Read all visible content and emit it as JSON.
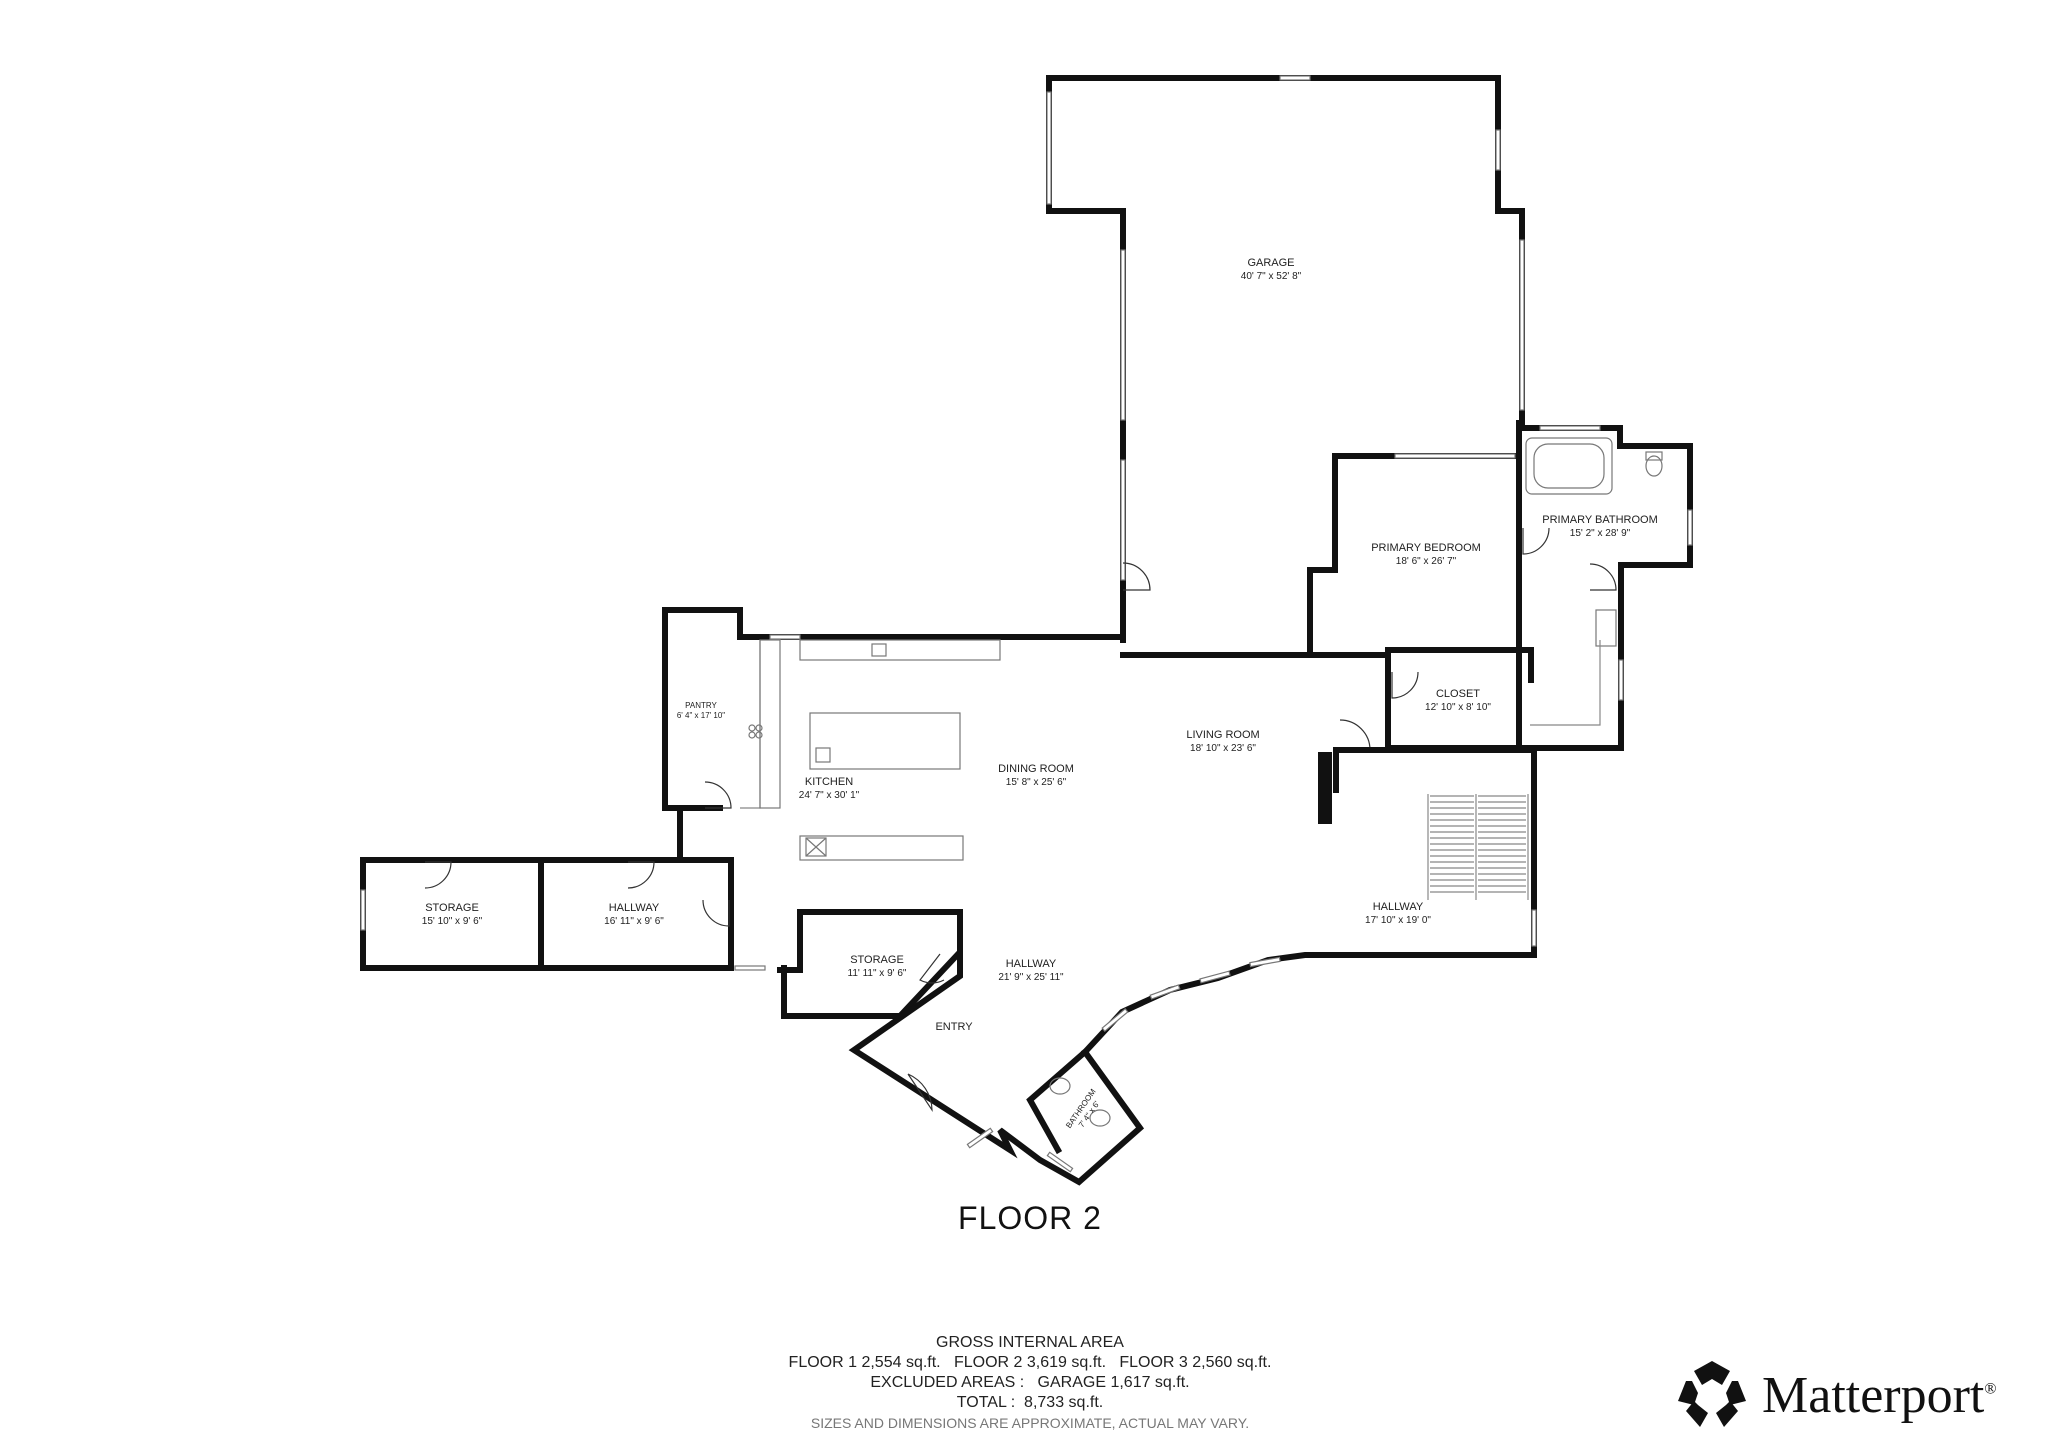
{
  "floor_title": "FLOOR 2",
  "rooms": [
    {
      "id": "garage",
      "name": "GARAGE",
      "dims": "40' 7\" x 52' 8\""
    },
    {
      "id": "primary-bedroom",
      "name": "PRIMARY BEDROOM",
      "dims": "18' 6\" x 26' 7\""
    },
    {
      "id": "primary-bathroom",
      "name": "PRIMARY BATHROOM",
      "dims": "15' 2\" x 28' 9\""
    },
    {
      "id": "closet",
      "name": "CLOSET",
      "dims": "12' 10\" x 8' 10\""
    },
    {
      "id": "pantry",
      "name": "PANTRY",
      "dims": "6' 4\" x 17' 10\""
    },
    {
      "id": "living-room",
      "name": "LIVING ROOM",
      "dims": "18' 10\" x 23' 6\""
    },
    {
      "id": "kitchen",
      "name": "KITCHEN",
      "dims": "24' 7\" x 30' 1\""
    },
    {
      "id": "dining-room",
      "name": "DINING ROOM",
      "dims": "15' 8\" x 25' 6\""
    },
    {
      "id": "storage-west",
      "name": "STORAGE",
      "dims": "15' 10\" x 9' 6\""
    },
    {
      "id": "hallway-west",
      "name": "HALLWAY",
      "dims": "16' 11\" x 9' 6\""
    },
    {
      "id": "hallway-east",
      "name": "HALLWAY",
      "dims": "17' 10\" x 19' 0\""
    },
    {
      "id": "storage-south",
      "name": "STORAGE",
      "dims": "11' 11\" x 9' 6\""
    },
    {
      "id": "hallway-main",
      "name": "HALLWAY",
      "dims": "21' 9\" x 25' 11\""
    },
    {
      "id": "entry",
      "name": "ENTRY",
      "dims": ""
    },
    {
      "id": "bathroom",
      "name": "BATHROOM",
      "dims": "7' 4\" x 6'"
    }
  ],
  "summary": {
    "heading": "GROSS INTERNAL AREA",
    "floors_line": "FLOOR 1 2,554 sq.ft.   FLOOR 2 3,619 sq.ft.   FLOOR 3 2,560 sq.ft.",
    "excluded_line": "EXCLUDED AREAS :   GARAGE 1,617 sq.ft.",
    "total_line": "TOTAL :  8,733 sq.ft.",
    "disclaimer": "SIZES AND DIMENSIONS ARE APPROXIMATE, ACTUAL MAY VARY."
  },
  "brand": {
    "name": "Matterport",
    "mark": "®",
    "icon": "matterport-logo-icon"
  }
}
